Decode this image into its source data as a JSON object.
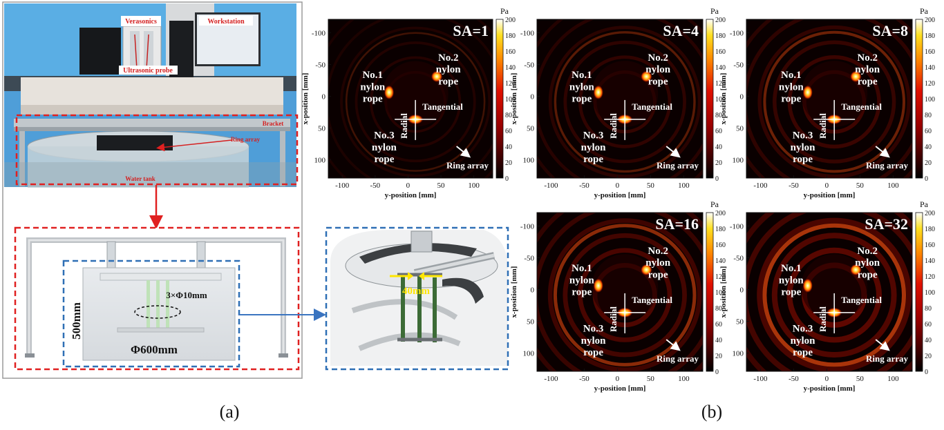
{
  "figure": {
    "panel_a_label": "(a)",
    "panel_b_label": "(b)"
  },
  "photo": {
    "verasonics": "Verasonics",
    "workstation": "Workstation",
    "ultrasonic_probe": "Ultrasonic probe",
    "bracket": "Bracket",
    "ring_array": "Ring array",
    "water_tank": "Water tank"
  },
  "schematic": {
    "height_label": "500mm",
    "diameter_label": "Φ600mm",
    "rope_label": "3×Φ10mm"
  },
  "render3d": {
    "spacing_label": "40mm"
  },
  "colorbar": {
    "unit": "Pa",
    "ticks": [
      "200",
      "180",
      "160",
      "140",
      "120",
      "100",
      "80",
      "60",
      "40",
      "20",
      "0"
    ]
  },
  "axes": {
    "xlabel": "y-position [mm]",
    "ylabel": "x-position [mm]",
    "xticks": [
      "-100",
      "-50",
      "0",
      "50",
      "100"
    ],
    "yticks": [
      "-100",
      "-50",
      "0",
      "50",
      "100"
    ]
  },
  "annotations": {
    "rope1": [
      "No.1",
      "nylon",
      "rope"
    ],
    "rope2": [
      "No.2",
      "nylon",
      "rope"
    ],
    "rope3": [
      "No.3",
      "nylon",
      "rope"
    ],
    "tangential": "Tangential",
    "radial": "Radial",
    "ring_array": "Ring array"
  },
  "panels": [
    {
      "title": "SA=1"
    },
    {
      "title": "SA=4"
    },
    {
      "title": "SA=8"
    },
    {
      "title": "SA=16"
    },
    {
      "title": "SA=32"
    }
  ],
  "colors": {
    "red_dash": "#e02020",
    "blue_dash": "#2e6fb5",
    "arrow_blue": "#3a74c0",
    "label_red": "#d42020",
    "label_yellow": "#ffe600"
  }
}
